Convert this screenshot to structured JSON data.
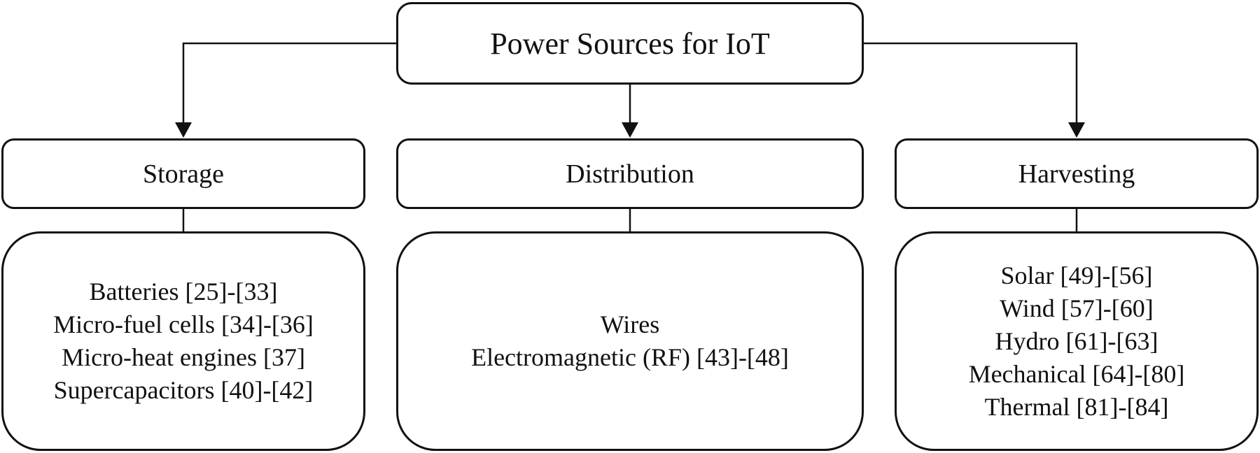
{
  "diagram": {
    "root": {
      "label": "Power Sources for IoT"
    },
    "categories": [
      {
        "label": "Storage",
        "items": [
          "Batteries [25]-[33]",
          "Micro-fuel cells [34]-[36]",
          "Micro-heat engines [37]",
          "Supercapacitors [40]-[42]"
        ]
      },
      {
        "label": "Distribution",
        "items": [
          "Wires",
          "Electromagnetic (RF) [43]-[48]"
        ]
      },
      {
        "label": "Harvesting",
        "items": [
          "Solar [49]-[56]",
          "Wind [57]-[60]",
          "Hydro [61]-[63]",
          "Mechanical [64]-[80]",
          "Thermal [81]-[84]"
        ]
      }
    ],
    "colors": {
      "stroke": "#111111",
      "background": "#ffffff"
    }
  }
}
